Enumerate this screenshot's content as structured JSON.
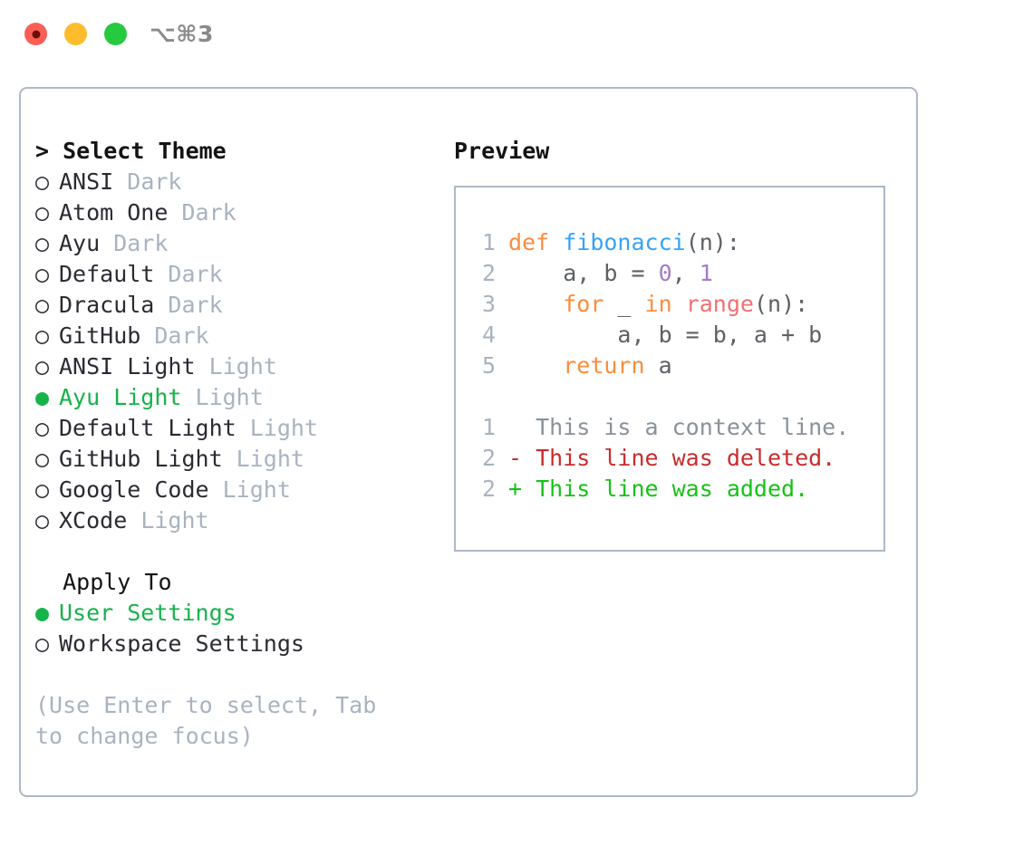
{
  "window": {
    "title": "⌥⌘3",
    "traffic_lights": [
      {
        "name": "close",
        "color": "#fb5f56"
      },
      {
        "name": "minimize",
        "color": "#fdbc2c"
      },
      {
        "name": "zoom",
        "color": "#26c940"
      }
    ]
  },
  "theme_picker": {
    "heading": "> Select Theme",
    "marker_unselected": "○",
    "marker_selected": "●",
    "options": [
      {
        "marker": "○",
        "name": "ANSI",
        "variant": "Dark",
        "selected": false
      },
      {
        "marker": "○",
        "name": "Atom One",
        "variant": "Dark",
        "selected": false
      },
      {
        "marker": "○",
        "name": "Ayu",
        "variant": "Dark",
        "selected": false
      },
      {
        "marker": "○",
        "name": "Default",
        "variant": "Dark",
        "selected": false
      },
      {
        "marker": "○",
        "name": "Dracula",
        "variant": "Dark",
        "selected": false
      },
      {
        "marker": "○",
        "name": "GitHub",
        "variant": "Dark",
        "selected": false
      },
      {
        "marker": "○",
        "name": "ANSI Light",
        "variant": "Light",
        "selected": false
      },
      {
        "marker": "●",
        "name": "Ayu Light",
        "variant": "Light",
        "selected": true
      },
      {
        "marker": "○",
        "name": "Default Light",
        "variant": "Light",
        "selected": false
      },
      {
        "marker": "○",
        "name": "GitHub Light",
        "variant": "Light",
        "selected": false
      },
      {
        "marker": "○",
        "name": "Google Code",
        "variant": "Light",
        "selected": false
      },
      {
        "marker": "○",
        "name": "XCode",
        "variant": "Light",
        "selected": false
      }
    ]
  },
  "apply_to": {
    "heading": "  Apply To",
    "options": [
      {
        "marker": "●",
        "name": "User Settings",
        "selected": true
      },
      {
        "marker": "○",
        "name": "Workspace Settings",
        "selected": false
      }
    ]
  },
  "hint": "(Use Enter to select, Tab to change focus)",
  "preview": {
    "title": "Preview",
    "code_lines": [
      {
        "num": "1",
        "tokens": [
          {
            "t": "def ",
            "c": "kw"
          },
          {
            "t": "fibonacci",
            "c": "fn"
          },
          {
            "t": "(n):",
            "c": "pl"
          }
        ]
      },
      {
        "num": "2",
        "tokens": [
          {
            "t": "    a, b = ",
            "c": "pl"
          },
          {
            "t": "0",
            "c": "num"
          },
          {
            "t": ", ",
            "c": "pl"
          },
          {
            "t": "1",
            "c": "num"
          }
        ]
      },
      {
        "num": "3",
        "tokens": [
          {
            "t": "    ",
            "c": "pl"
          },
          {
            "t": "for",
            "c": "kw"
          },
          {
            "t": " _ ",
            "c": "pl"
          },
          {
            "t": "in",
            "c": "kw"
          },
          {
            "t": " ",
            "c": "pl"
          },
          {
            "t": "range",
            "c": "bi"
          },
          {
            "t": "(n):",
            "c": "pl"
          }
        ]
      },
      {
        "num": "4",
        "tokens": [
          {
            "t": "        a, b = b, a + b",
            "c": "pl"
          }
        ]
      },
      {
        "num": "5",
        "tokens": [
          {
            "t": "    ",
            "c": "pl"
          },
          {
            "t": "return",
            "c": "kw"
          },
          {
            "t": " a",
            "c": "pl"
          }
        ]
      }
    ],
    "diff_lines": [
      {
        "num": "1",
        "sign": "  ",
        "text": "This is a context line.",
        "kind": "diff-ctx"
      },
      {
        "num": "2",
        "sign": "- ",
        "text": "This line was deleted.",
        "kind": "diff-del"
      },
      {
        "num": "2",
        "sign": "+ ",
        "text": "This line was added.",
        "kind": "diff-add"
      }
    ]
  },
  "colors": {
    "accent_green": "#16b34a",
    "muted": "#a9b3c0",
    "border": "#aeb8c6",
    "keyword": "#fa8d3e",
    "function": "#36a3f7",
    "number": "#a37acc",
    "builtin": "#f07171",
    "plain": "#5c6166",
    "diff_deleted": "#c92c2c",
    "diff_added": "#16c217"
  }
}
